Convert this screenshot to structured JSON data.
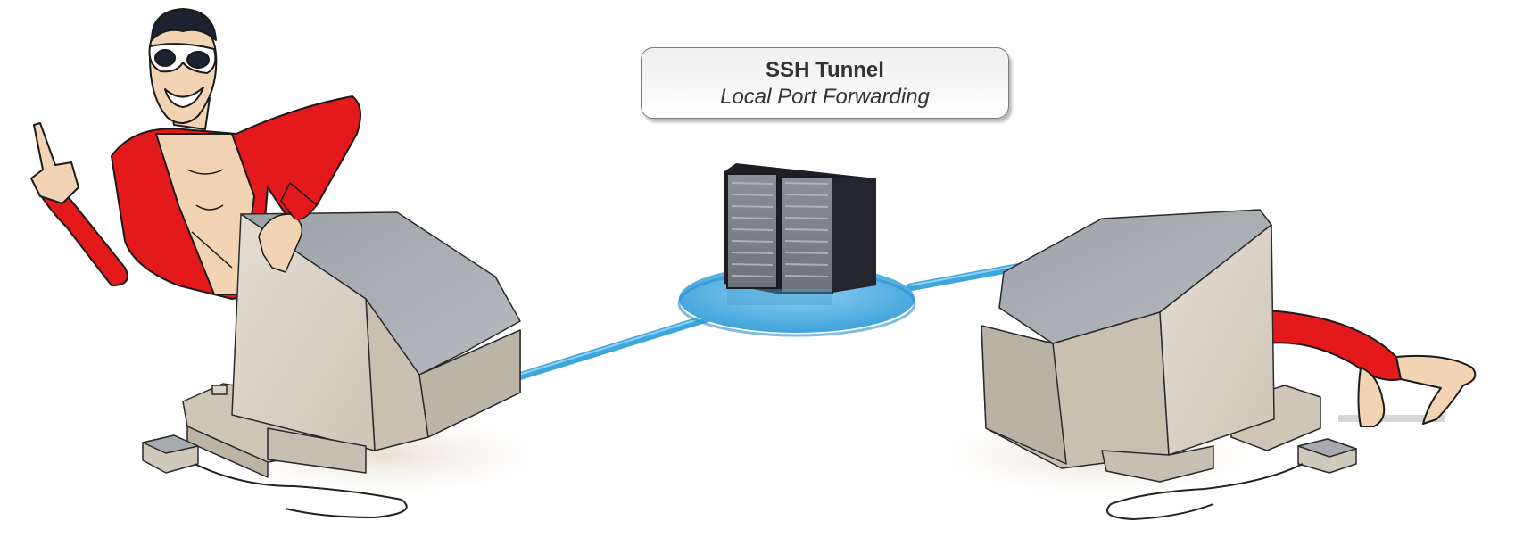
{
  "diagram": {
    "title": "SSH Tunnel",
    "subtitle": "Local Port Forwarding",
    "nodes": [
      {
        "id": "local-client",
        "icon": "crt-computer-icon",
        "role": "local computer"
      },
      {
        "id": "ssh-server",
        "icon": "server-rack-icon",
        "role": "ssh server"
      },
      {
        "id": "remote-host",
        "icon": "crt-computer-icon",
        "role": "remote computer"
      }
    ],
    "edges": [
      {
        "from": "local-client",
        "to": "ssh-server"
      },
      {
        "from": "ssh-server",
        "to": "remote-host"
      }
    ]
  },
  "colors": {
    "cable": "#3fa6dc",
    "disk": "#5fb8e8",
    "suit": "#e4191c",
    "skin": "#f2d3b4",
    "monitor_face": "#d9d2c6",
    "monitor_top": "#a9adb2",
    "rack": "#22232b",
    "title_text": "#333333"
  }
}
